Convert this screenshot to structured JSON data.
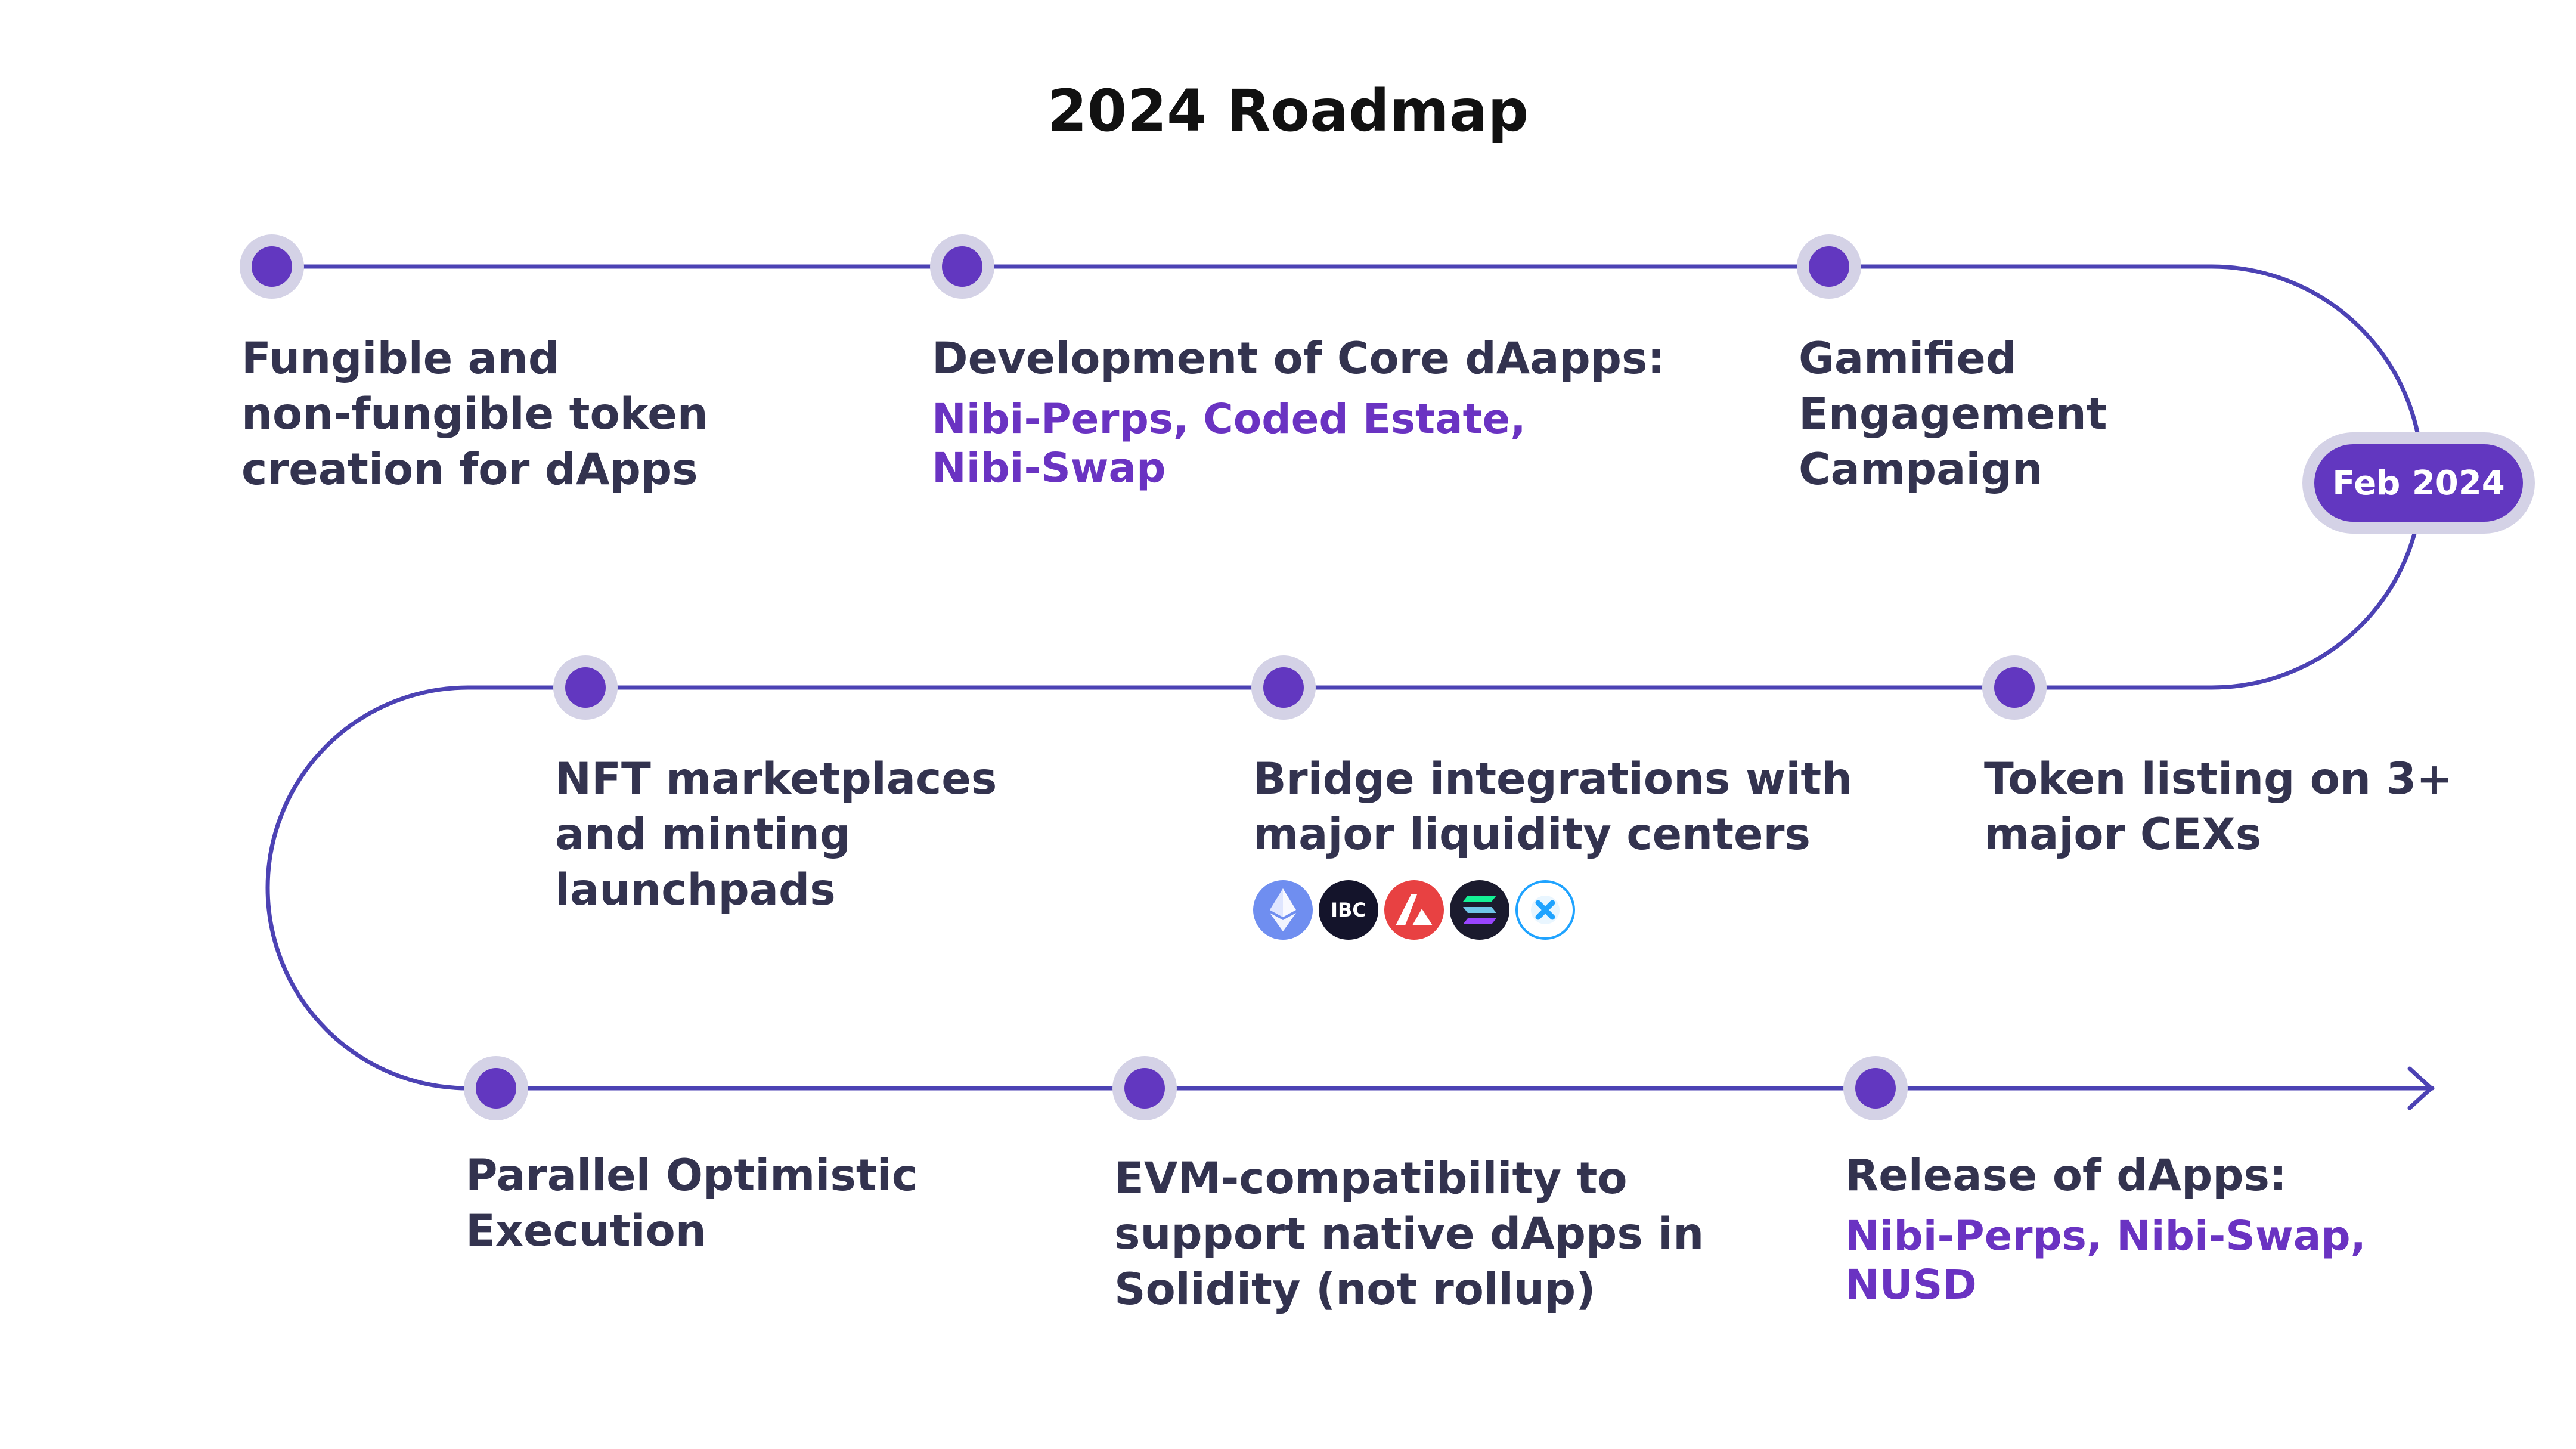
{
  "title": "2024 Roadmap",
  "badge": "Feb 2024",
  "milestones": [
    {
      "title": [
        "Fungible and",
        "non-fungible token",
        "creation for dApps"
      ],
      "sub": []
    },
    {
      "title": [
        "Development of Core dAapps:"
      ],
      "sub": [
        "Nibi-Perps, Coded Estate,",
        "Nibi-Swap"
      ]
    },
    {
      "title": [
        "Gamified",
        "Engagement",
        "Campaign"
      ],
      "sub": []
    },
    {
      "title": [
        "Token listing on 3+",
        "major CEXs"
      ],
      "sub": []
    },
    {
      "title": [
        "Bridge integrations with",
        "major liquidity centers"
      ],
      "sub": []
    },
    {
      "title": [
        "NFT marketplaces",
        "and minting",
        "launchpads"
      ],
      "sub": []
    },
    {
      "title": [
        "Parallel Optimistic",
        "Execution"
      ],
      "sub": []
    },
    {
      "title": [
        "EVM-compatibility to",
        "support native dApps in",
        "Solidity (not rollup)"
      ],
      "sub": []
    },
    {
      "title": [
        "Release of dApps:"
      ],
      "sub": [
        "Nibi-Perps, Nibi-Swap,",
        "NUSD"
      ]
    }
  ],
  "chain_icons": [
    {
      "name": "ethereum-icon",
      "color": "#6f8ef0"
    },
    {
      "name": "ibc-icon",
      "color": "#14142b",
      "text": "IBC"
    },
    {
      "name": "avalanche-icon",
      "color": "#e84142"
    },
    {
      "name": "solana-icon",
      "color": "#1b1b2e"
    },
    {
      "name": "axelar-icon",
      "color": "#1fa3ff"
    }
  ],
  "colors": {
    "line": "#4c42b4",
    "node": "#6237c0",
    "node_ring": "#d4d2e6",
    "text": "#33334f",
    "accent_text": "#6a33c2"
  }
}
